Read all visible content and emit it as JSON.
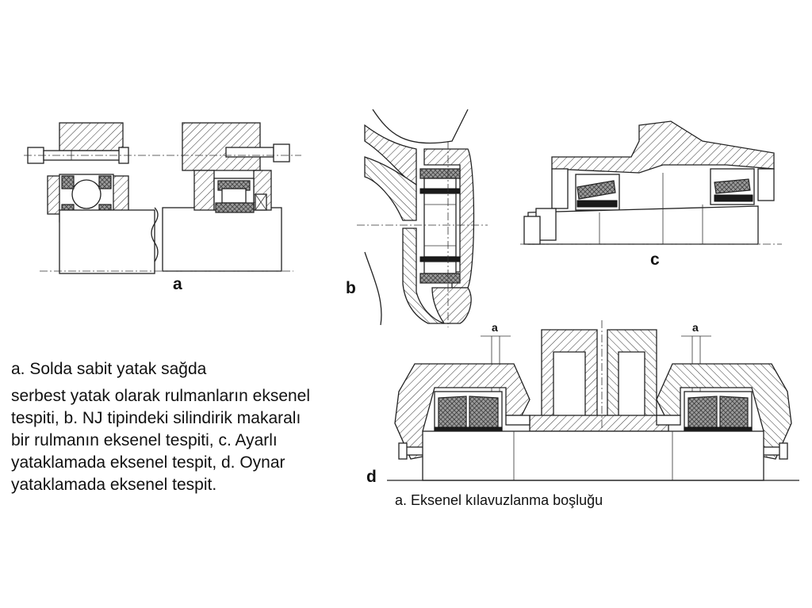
{
  "figure_labels": {
    "a": "a",
    "b": "b",
    "c": "c",
    "d": "d"
  },
  "gap_marker": "a",
  "caption_lines": [
    "a. Solda sabit yatak sağda",
    "serbest yatak olarak rulmanların eksenel",
    "tespiti, b. NJ tipindeki silindirik makaralı",
    "bir rulmanın eksenel tespiti, c. Ayarlı",
    "yataklamada eksenel tespit, d. Oynar",
    "yataklamada eksenel tespit."
  ],
  "d_caption": "a. Eksenel kılavuzlanma boşluğu"
}
